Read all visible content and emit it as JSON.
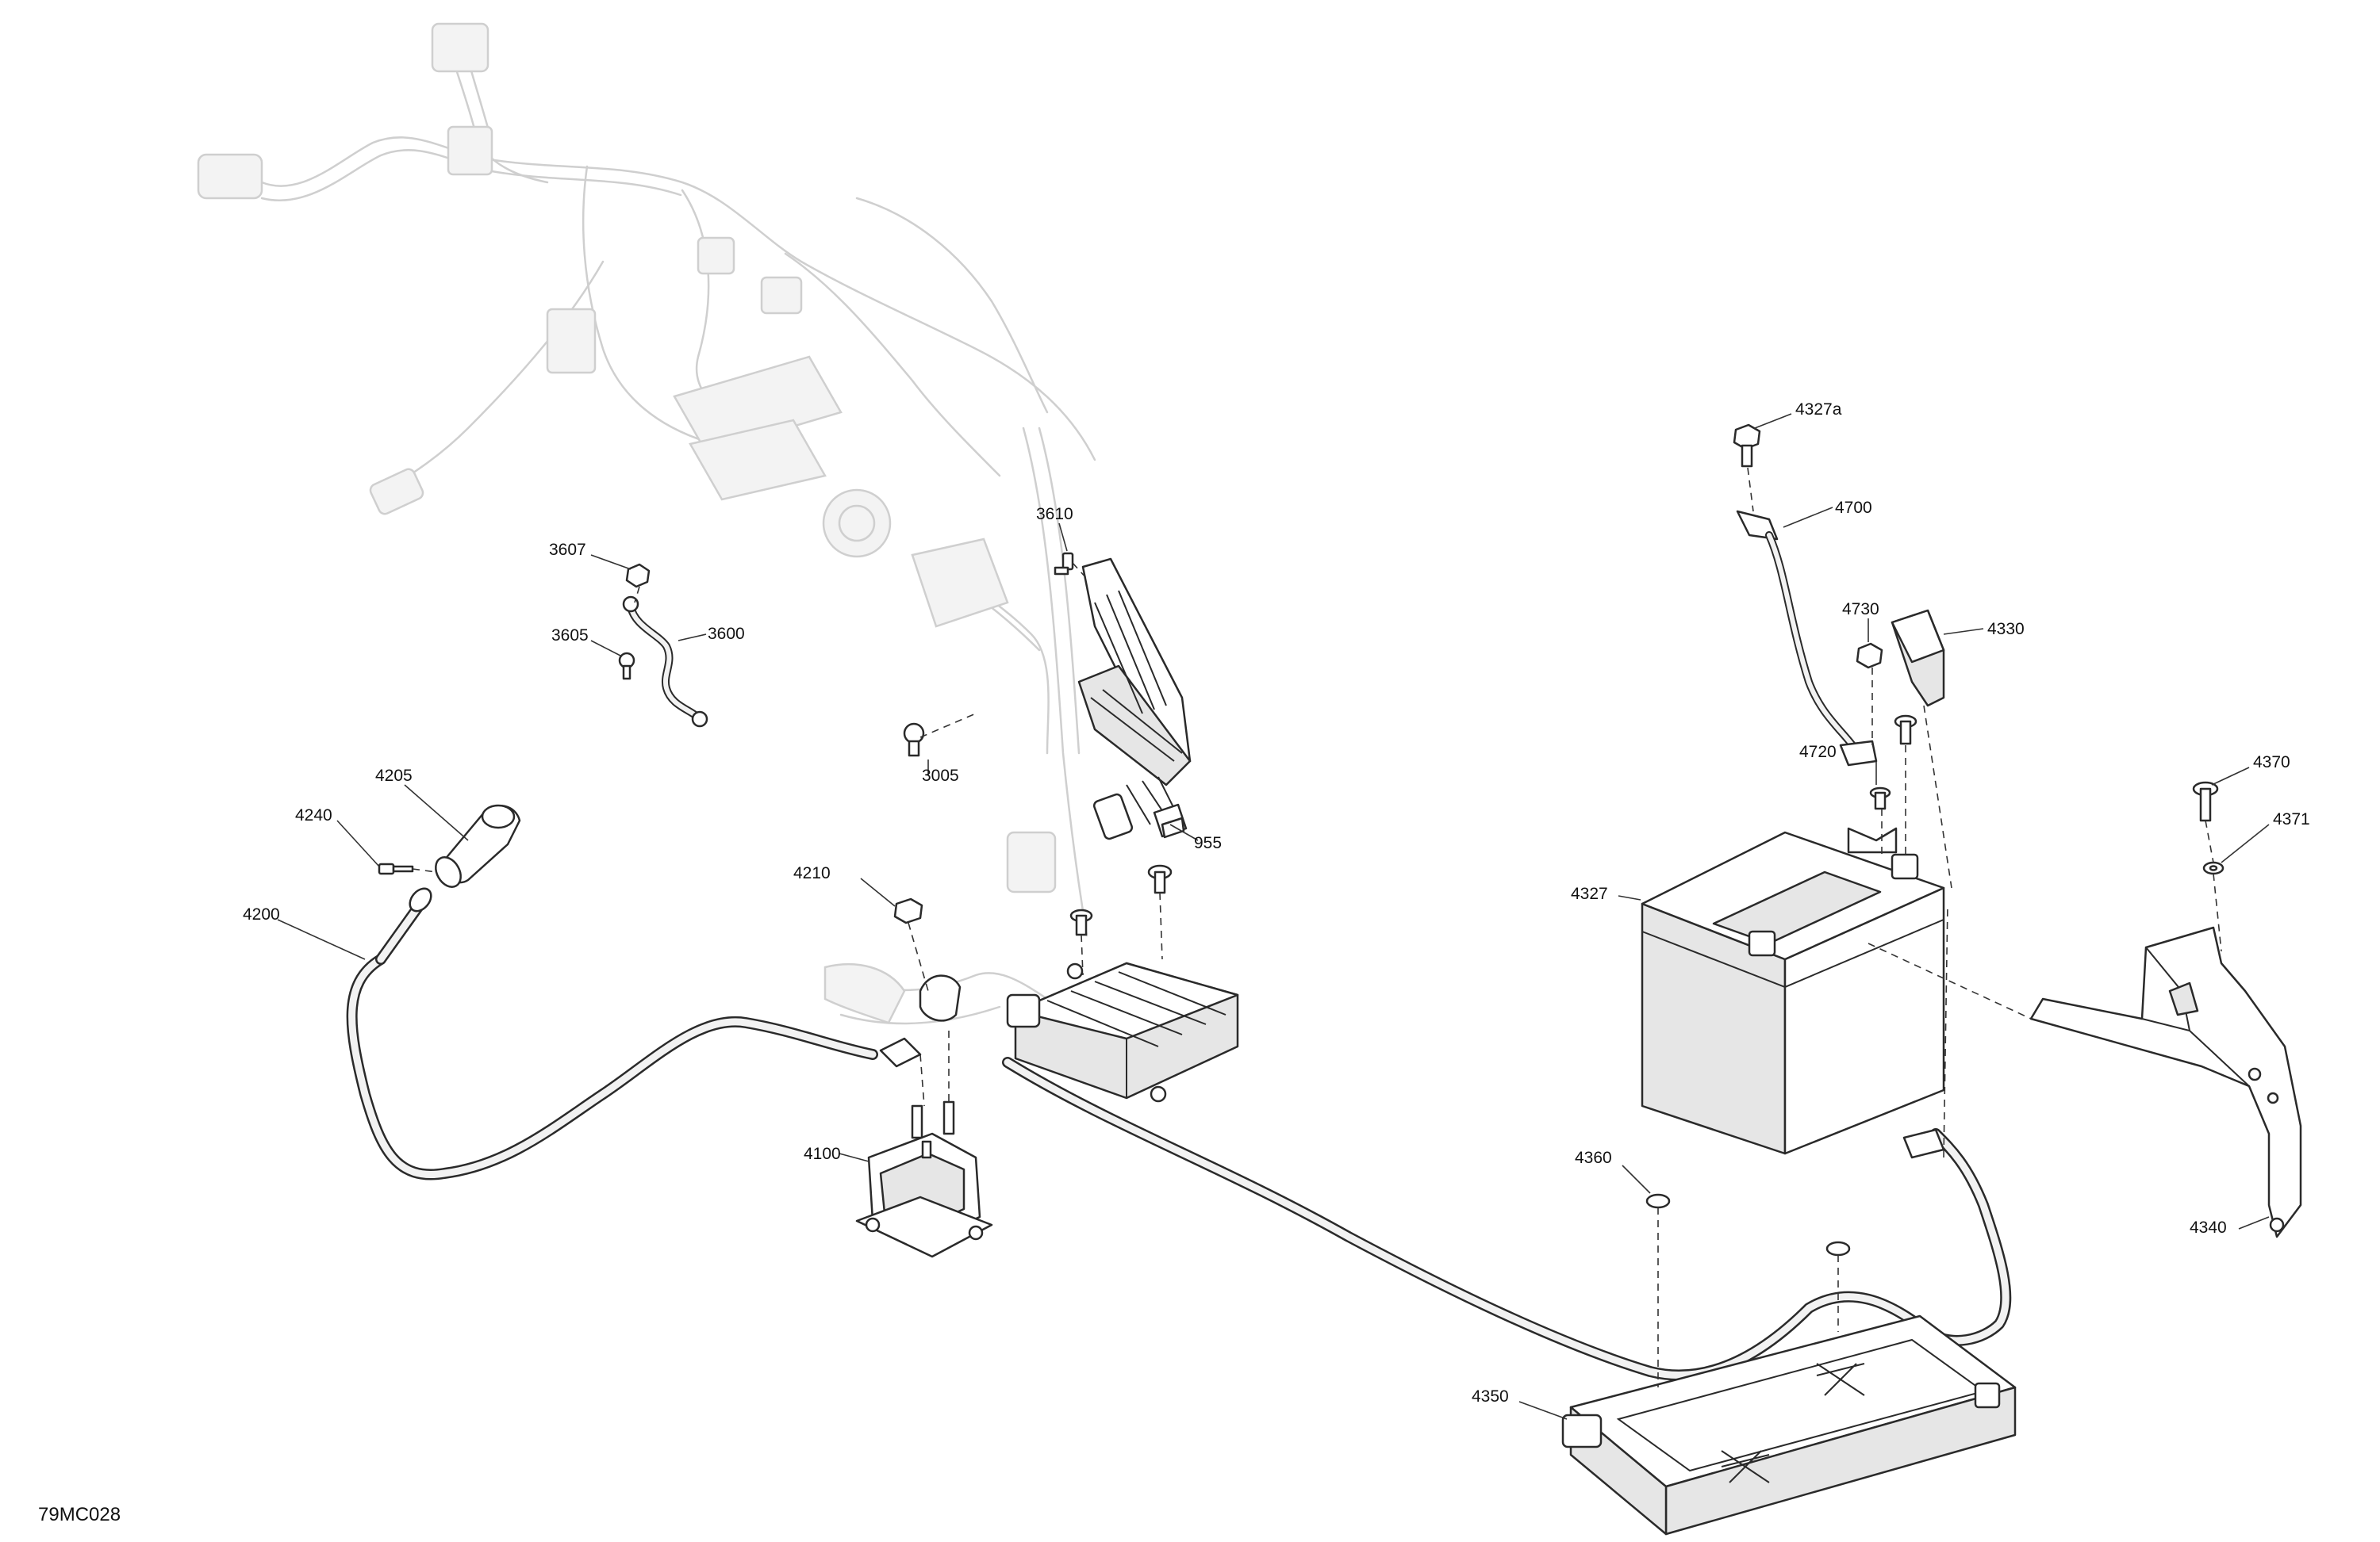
{
  "diagram_code": "79MC028",
  "callouts": [
    {
      "id": "c4327a",
      "text": "4327a"
    },
    {
      "id": "c4700",
      "text": "4700"
    },
    {
      "id": "c4730",
      "text": "4730"
    },
    {
      "id": "c4330",
      "text": "4330"
    },
    {
      "id": "c4720",
      "text": "4720"
    },
    {
      "id": "c4327",
      "text": "4327"
    },
    {
      "id": "c4370",
      "text": "4370"
    },
    {
      "id": "c4371",
      "text": "4371"
    },
    {
      "id": "c4340",
      "text": "4340"
    },
    {
      "id": "c4360",
      "text": "4360"
    },
    {
      "id": "c4350",
      "text": "4350"
    },
    {
      "id": "c3610",
      "text": "3610"
    },
    {
      "id": "c3607",
      "text": "3607"
    },
    {
      "id": "c3605",
      "text": "3605"
    },
    {
      "id": "c3600",
      "text": "3600"
    },
    {
      "id": "c3005",
      "text": "3005"
    },
    {
      "id": "c955",
      "text": "955"
    },
    {
      "id": "c4205",
      "text": "4205"
    },
    {
      "id": "c4240",
      "text": "4240"
    },
    {
      "id": "c4200",
      "text": "4200"
    },
    {
      "id": "c4210",
      "text": "4210"
    },
    {
      "id": "c4100",
      "text": "4100"
    }
  ]
}
